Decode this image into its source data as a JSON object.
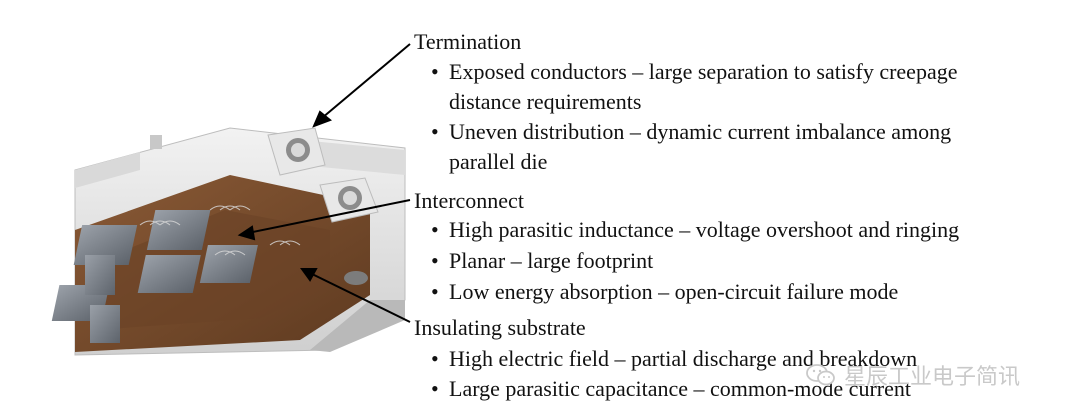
{
  "sections": [
    {
      "title": "Termination",
      "bullets": [
        "Exposed conductors – large separation to satisfy creepage",
        "Uneven distribution – dynamic current imbalance among"
      ],
      "continuations": [
        "distance requirements",
        "parallel die"
      ]
    },
    {
      "title": "Interconnect",
      "bullets": [
        "High parasitic inductance – voltage overshoot and ringing",
        "Planar – large footprint",
        "Low energy absorption – open-circuit failure mode"
      ]
    },
    {
      "title": "Insulating substrate",
      "bullets": [
        "High electric field – partial discharge and breakdown",
        "Large parasitic capacitance – common-mode current"
      ]
    }
  ],
  "watermark": {
    "text": "星辰工业电子简讯",
    "icon": "wechat-icon"
  },
  "colors": {
    "text": "#111111",
    "arrow": "#000000",
    "pcb": "#7a4a2a",
    "housing": "#e6e6e6",
    "watermark": "#c9c9c9"
  }
}
